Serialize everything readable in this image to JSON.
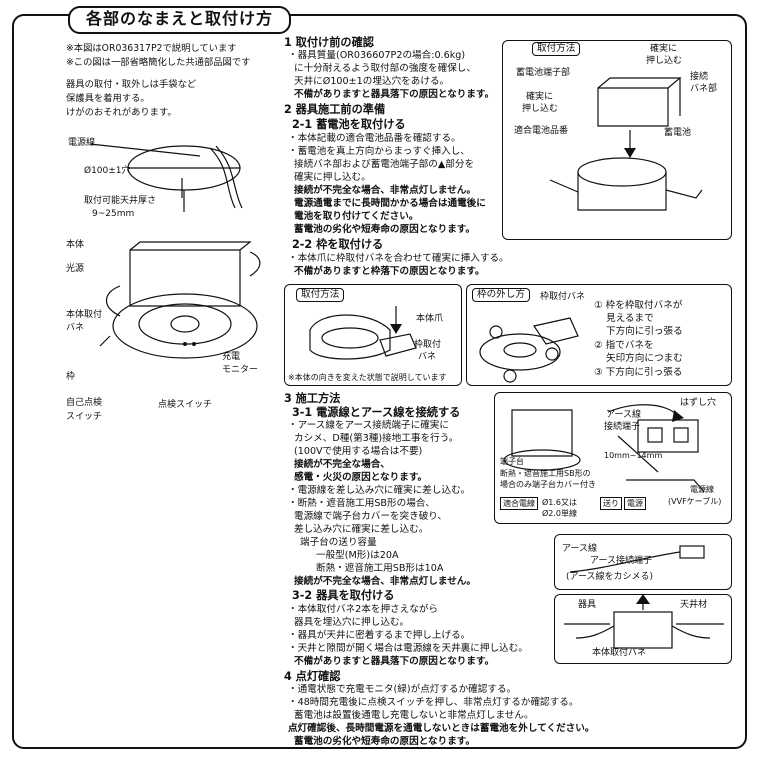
{
  "title": "各部のなまえと取付け方",
  "notes": {
    "note1": "※本図はOR036317P2で説明しています",
    "note2": "※この図は一部省略簡化した共通部品図です",
    "caution1": "器具の取付・取外しは手袋など",
    "caution2": "保護具を着用する。",
    "caution3": "けがのおそれがあります。"
  },
  "ceiling_diagram": {
    "power_wire": "電源線",
    "hole": "Ø100±1穴",
    "thickness_label": "取付可能天井厚さ",
    "thickness_range": "9~25mm"
  },
  "parts": {
    "body": "本体",
    "light_source": "光源",
    "mount_spring_1": "本体取付",
    "mount_spring_2": "バネ",
    "frame": "枠",
    "charge_monitor_1": "充電",
    "charge_monitor_2": "モニター",
    "self_check_1": "自己点検",
    "self_check_2": "スイッチ",
    "check_switch": "点検スイッチ"
  },
  "section1": {
    "heading": "1 取付け前の確認",
    "lines": [
      "・器具質量(OR036607P2の場合:0.6kg)",
      "に十分耐えるよう取付部の強度を確保し、",
      "天井にØ100±1の埋込穴をあける。"
    ],
    "warning": "不備がありますと器具落下の原因となります。"
  },
  "section2": {
    "heading": "2 器具施工前の準備",
    "sub1": "2-1 蓄電池を取付ける",
    "lines1": [
      "・本体記載の適合電池品番を確認する。",
      "・蓄電池を真上方向からまっすぐ挿入し、",
      "接続バネ部および蓄電池端子部の▲部分を",
      "確実に押し込む。"
    ],
    "bold1": [
      "接続が不完全な場合、非常点灯しません。",
      "電源通電までに長時間かかる場合は通電後に",
      "電池を取り付けてください。",
      "蓄電池の劣化や短寿命の原因となります。"
    ],
    "sub2": "2-2 枠を取付ける",
    "lines2": [
      "・本体爪に枠取付バネを合わせて確実に挿入する。"
    ],
    "warning2": "不備がありますと枠落下の原因となります。"
  },
  "battery_box": {
    "label": "取付方法",
    "firmly_push_1": "確実に",
    "firmly_push_2": "押し込む",
    "battery_terminal": "蓄電池端子部",
    "connection_spring_1": "接続",
    "connection_spring_2": "バネ部",
    "firmly_push_3": "確実に",
    "firmly_push_4": "押し込む",
    "battery_model": "適合電池品番",
    "battery": "蓄電池"
  },
  "frame_box": {
    "label": "取付方法",
    "body_claw": "本体爪",
    "frame_spring_1": "枠取付",
    "frame_spring_2": "バネ",
    "caption": "※本体の向きを変えた状態で説明しています"
  },
  "removal_box": {
    "label": "枠の外し方",
    "spring": "枠取付バネ",
    "step1a": "① 枠を枠取付バネが",
    "step1b": "見えるまで",
    "step1c": "下方向に引っ張る",
    "step2a": "② 指でバネを",
    "step2b": "矢印方向につまむ",
    "step3": "③ 下方向に引っ張る"
  },
  "section3": {
    "heading": "3 施工方法",
    "sub1": "3-1 電源線とアース線を接続する",
    "lines1": [
      "・アース線をアース接続端子に確実に",
      "カシメ、D種(第3種)接地工事を行う。",
      "(100Vで使用する場合は不要)"
    ],
    "bold1": [
      "接続が不完全な場合、",
      "感電・火災の原因となります。"
    ],
    "lines2": [
      "・電源線を差し込み穴に確実に差し込む。",
      "・断熱・遮音施工用SB形の場合、",
      "電源線で端子台カバーを突き破り、",
      "差し込み穴に確実に差し込む。"
    ],
    "capacity_label": "端子台の送り容量",
    "capacity1": "一般型(M形)は20A",
    "capacity2": "断熱・遮音施工用SB形は10A",
    "bold2": "接続が不完全な場合、非常点灯しません。",
    "sub2": "3-2 器具を取付ける",
    "lines3": [
      "・本体取付バネ2本を押さえながら",
      "器具を埋込穴に押し込む。",
      "・器具が天井に密着するまで押し上げる。",
      "・天井と隙間が開く場合は電源線を天井裏に押し込む。"
    ],
    "warning3": "不備がありますと器具落下の原因となります。"
  },
  "section4": {
    "heading": "4 点灯確認",
    "lines": [
      "・通電状態で充電モニタ(緑)が点灯するか確認する。",
      "・48時間充電後に点検スイッチを押し、非常点灯するか確認する。",
      "蓄電池は設置後通電し充電しないと非常点灯しません。"
    ],
    "bold": [
      "点灯確認後、長時間電源を通電しないときは蓄電池を外してください。",
      "蓄電池の劣化や短寿命の原因となります。"
    ]
  },
  "wiring_box": {
    "earth_wire": "アース線",
    "earth_terminal": "接続端子",
    "release_hole": "はずし穴",
    "length": "10mm~14mm",
    "terminal_block_title": "端子台",
    "terminal_note1": "断熱・遮音施工用SB形の",
    "terminal_note2": "場合のみ端子台カバー付き",
    "power_wire_1": "電源線",
    "power_wire_2": "(VVFケーブル)",
    "wire_spec_label": "適合電線",
    "wire_spec_1": "Ø1.6又は",
    "wire_spec_2": "Ø2.0単線",
    "feed": "送り",
    "power": "電源"
  },
  "earth_box": {
    "earth_wire": "アース線",
    "earth_terminal": "アース接続端子",
    "caption": "(アース線をカシメる)"
  },
  "install_box": {
    "fixture": "器具",
    "ceiling": "天井材",
    "spring": "本体取付バネ"
  }
}
